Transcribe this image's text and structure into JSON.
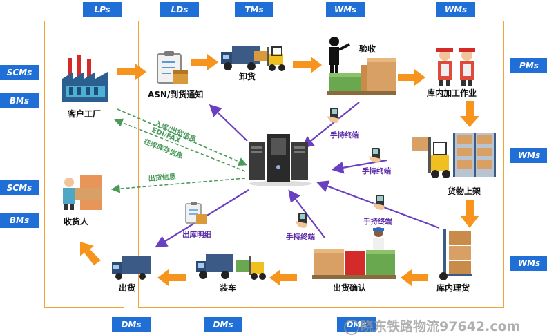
{
  "tags": {
    "lps": "LPs",
    "lds": "LDs",
    "tms": "TMs",
    "wms_top1": "WMs",
    "wms_top2": "WMs",
    "scms1": "SCMs",
    "bms1": "BMs",
    "scms2": "SCMs",
    "bms2": "BMs",
    "pms": "PMs",
    "wms_right1": "WMs",
    "wms_right2": "WMs",
    "dms1": "DMs",
    "dms2": "DMs",
    "dms3": "DMs"
  },
  "nodes": {
    "factory": "客户工厂",
    "asn": "ASN/到货通知",
    "unload": "卸货",
    "inspect": "验收",
    "processing": "库内加工作业",
    "shelving": "货物上架",
    "sorting": "库内理货",
    "confirm": "出货确认",
    "loading": "装车",
    "shipping": "出货",
    "receiver": "收货人",
    "outbound_detail": "出库明细"
  },
  "handhelds": {
    "h1": "手持终端",
    "h2": "手持终端",
    "h3": "手持终端",
    "h4": "手持终端"
  },
  "green_labels": {
    "in_out_info": "入库/出货信息",
    "edi_fax": "EDI/FAX",
    "stock_info": "在库库存信息",
    "ship_info": "出货信息"
  },
  "watermark": "晓东铁路物流97642.com",
  "colors": {
    "tag_blue": "#1f6fd6",
    "frame_orange": "#f4a13a",
    "arrow_orange": "#f7941d",
    "arrow_purple": "#6a3fc2",
    "arrow_green": "#4a9a5a"
  }
}
